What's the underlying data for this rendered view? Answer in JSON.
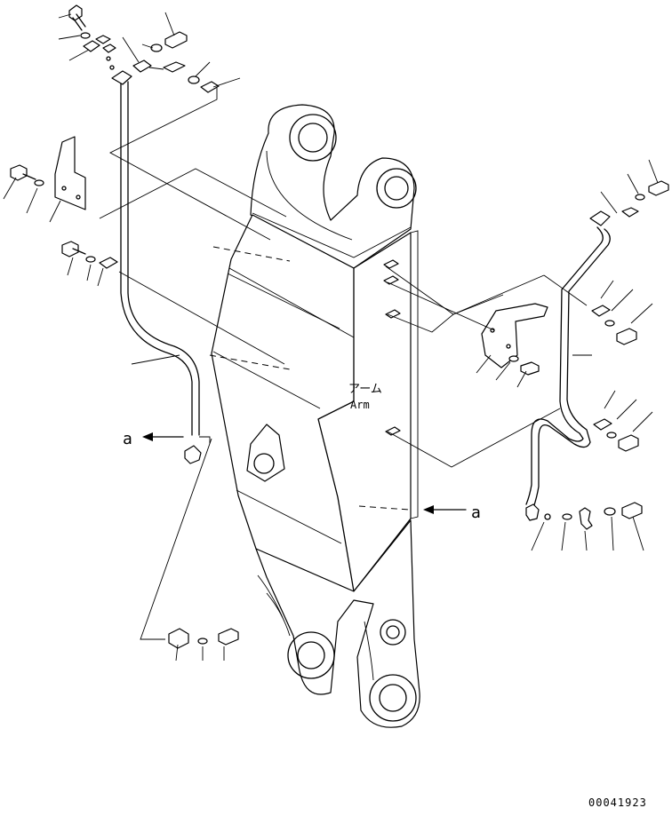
{
  "diagram": {
    "label_arm_jp": "アーム",
    "label_arm_en": "Arm",
    "view_ref_left": "a",
    "view_ref_right": "a",
    "figure_number": "00041923"
  }
}
